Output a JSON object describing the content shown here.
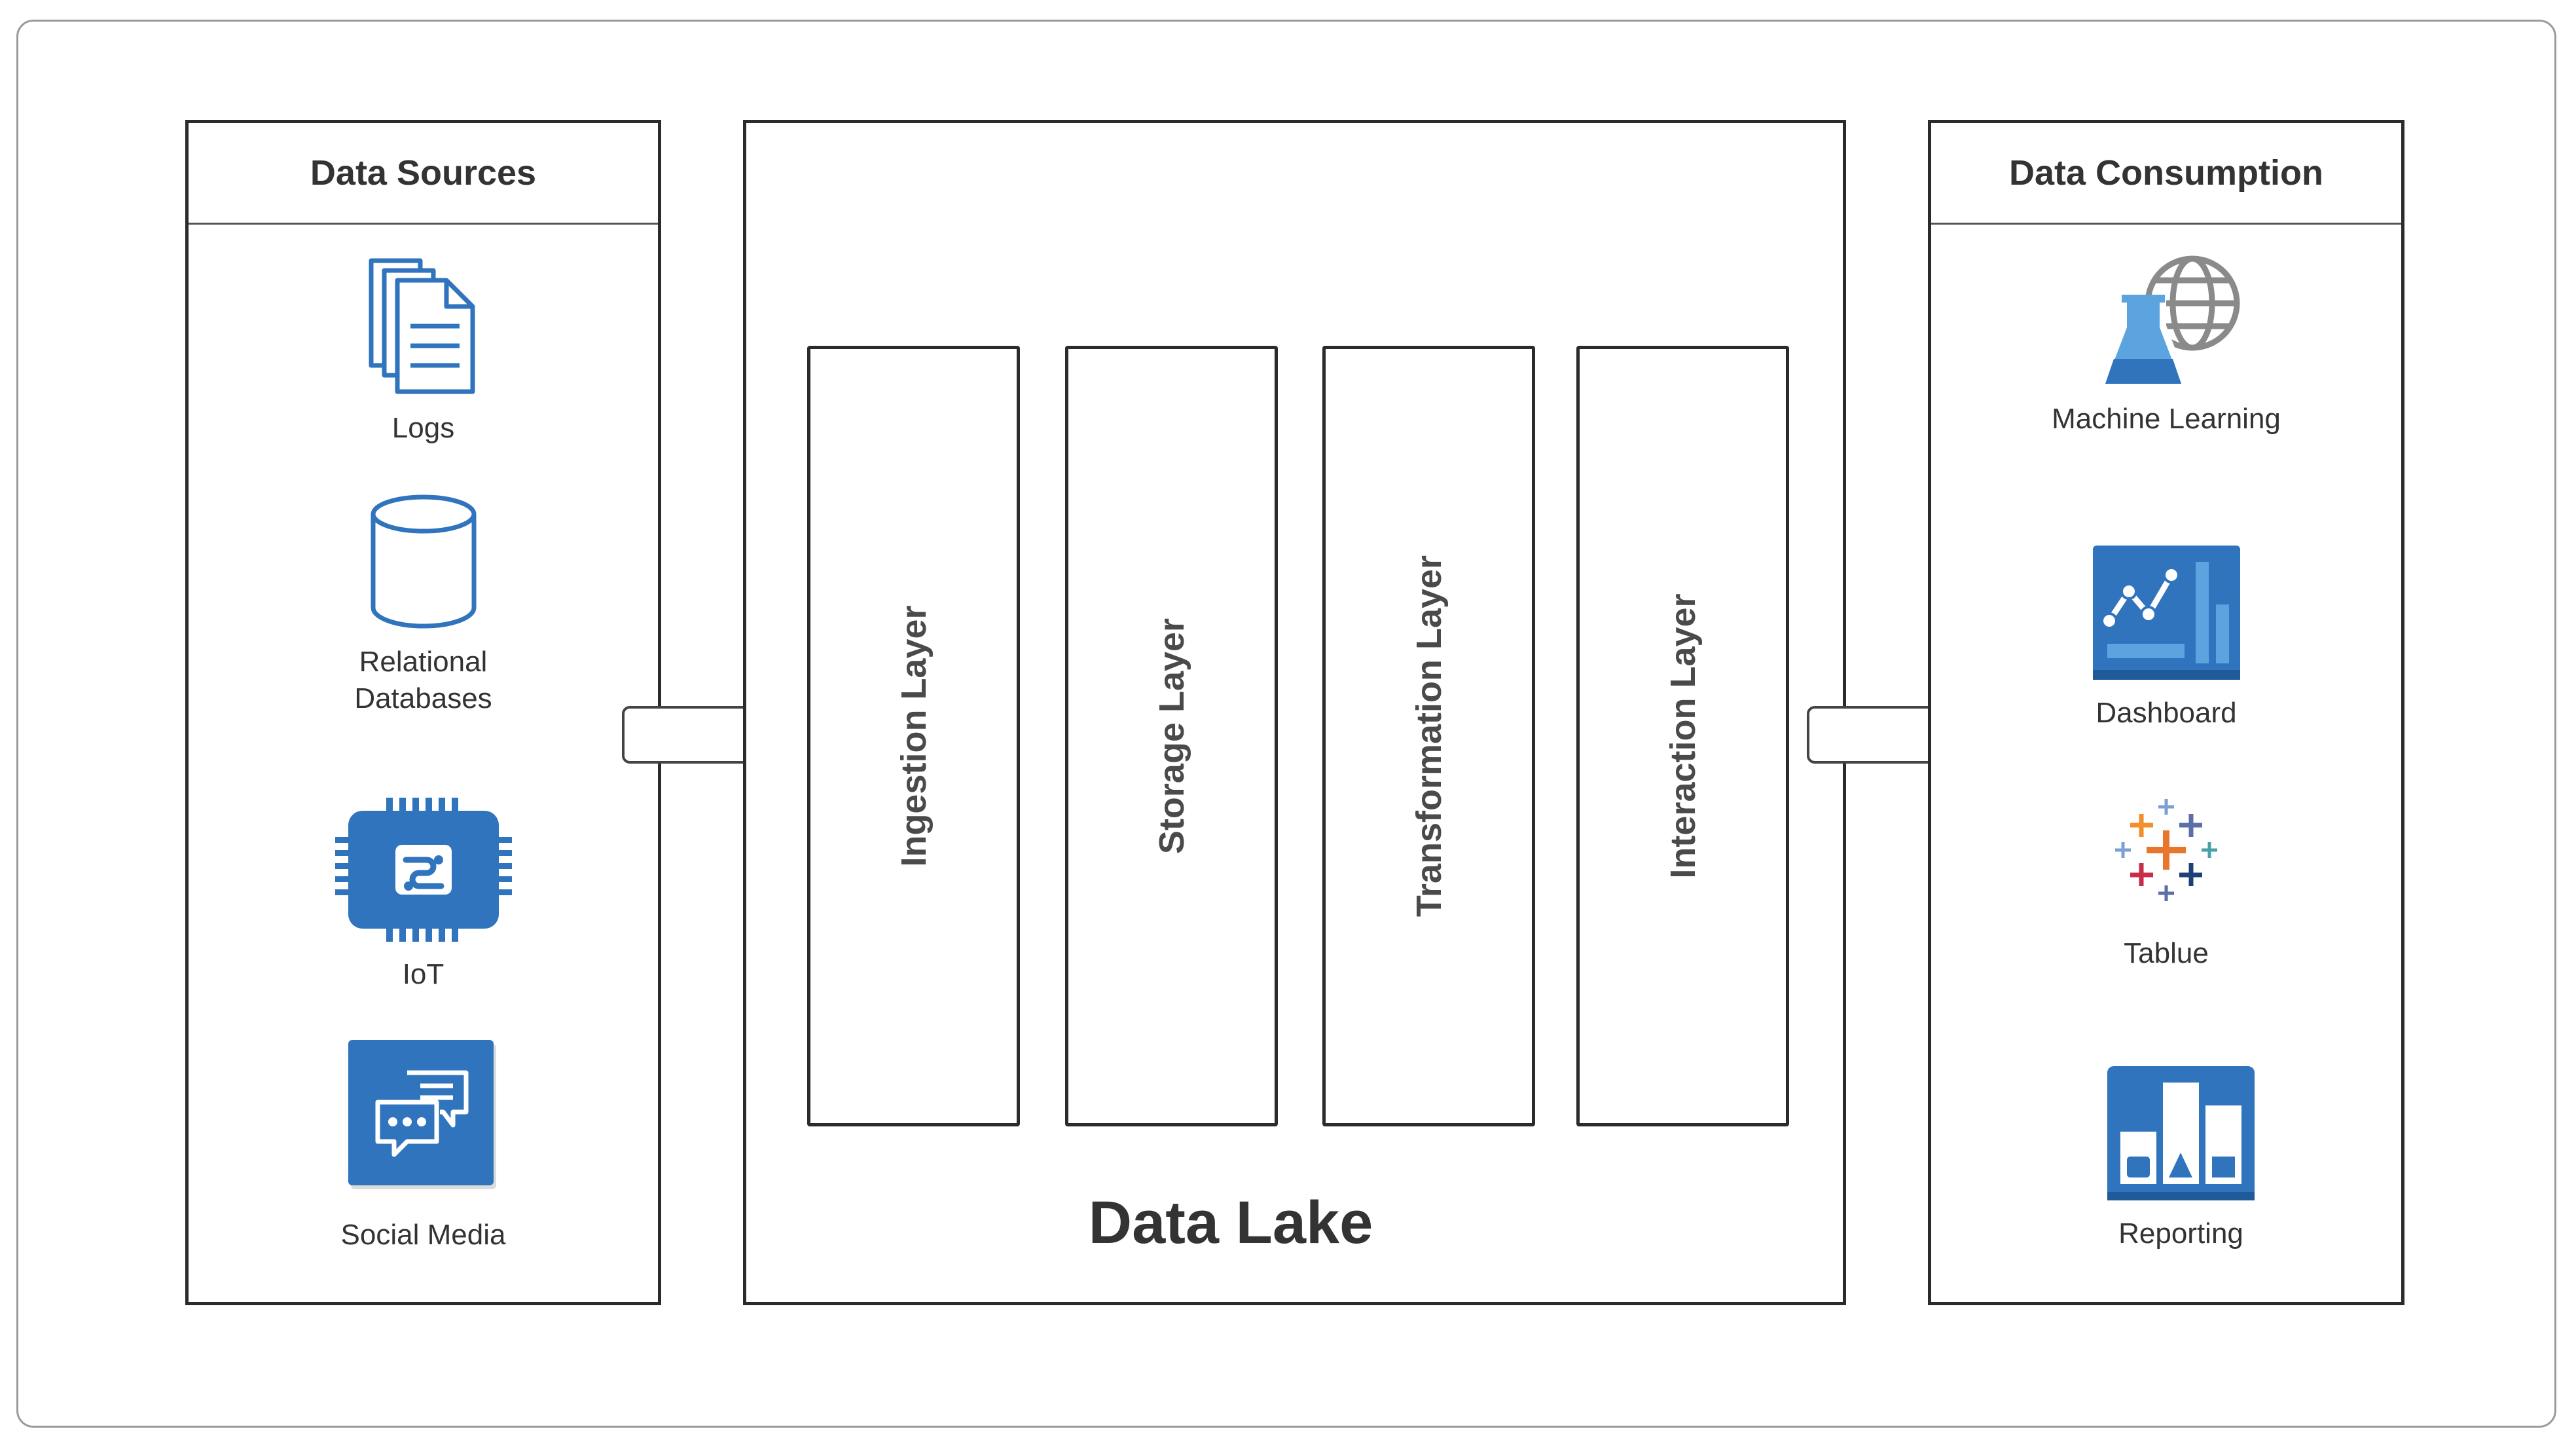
{
  "sources": {
    "title": "Data Sources",
    "items": [
      {
        "label": "Logs",
        "icon": "logs-icon"
      },
      {
        "label": "Relational Databases",
        "label_line1": "Relational",
        "label_line2": "Databases",
        "icon": "database-icon"
      },
      {
        "label": "IoT",
        "icon": "iot-chip-icon"
      },
      {
        "label": "Social Media",
        "icon": "social-media-icon"
      }
    ]
  },
  "lake": {
    "title": "Data Lake",
    "layers": [
      "Ingestion Layer",
      "Storage Layer",
      "Transformation Layer",
      "Interaction Layer"
    ]
  },
  "consumption": {
    "title": "Data Consumption",
    "items": [
      {
        "label": "Machine Learning",
        "icon": "machine-learning-icon"
      },
      {
        "label": "Dashboard",
        "icon": "dashboard-icon"
      },
      {
        "label": "Tablue",
        "icon": "tableau-icon"
      },
      {
        "label": "Reporting",
        "icon": "reporting-icon"
      }
    ]
  },
  "colors": {
    "icon_blue": "#2f74bd",
    "icon_blue_light": "#5ba4e0",
    "border": "#2b2b2b",
    "frame": "#9a9a9a"
  }
}
